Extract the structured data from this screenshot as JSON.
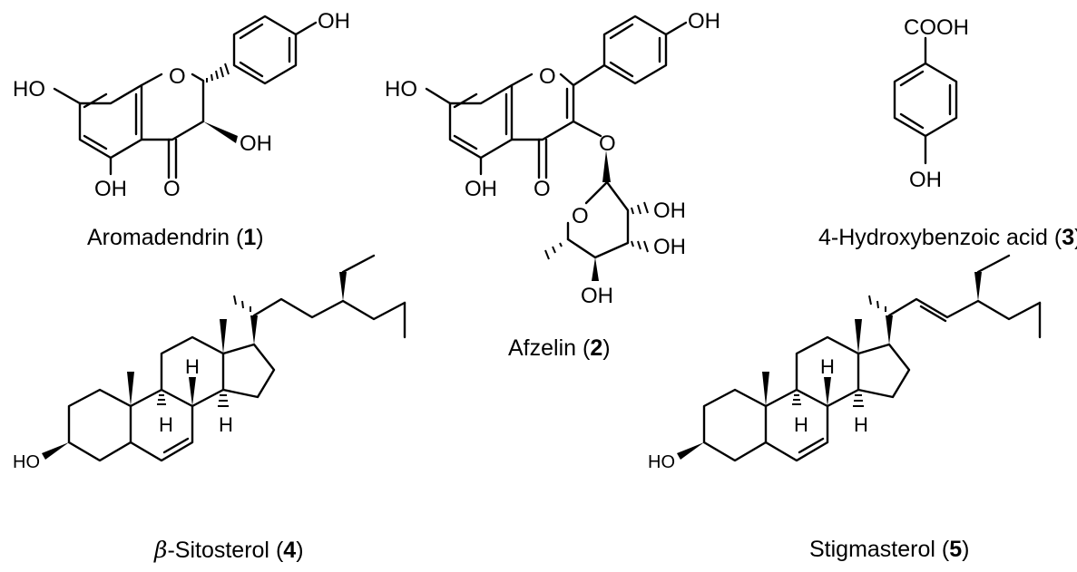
{
  "compounds": [
    {
      "name": "Aromadendrin",
      "number": "1",
      "prefix": ""
    },
    {
      "name": "Afzelin",
      "number": "2",
      "prefix": ""
    },
    {
      "name": "4-Hydroxybenzoic acid",
      "number": "3",
      "prefix": ""
    },
    {
      "name": "-Sitosterol",
      "number": "4",
      "prefix": "β"
    },
    {
      "name": "Stigmasterol",
      "number": "5",
      "prefix": ""
    }
  ],
  "atoms": {
    "ho": "HO",
    "oh": "OH",
    "o": "O",
    "h": "H",
    "cooh": "COOH"
  }
}
